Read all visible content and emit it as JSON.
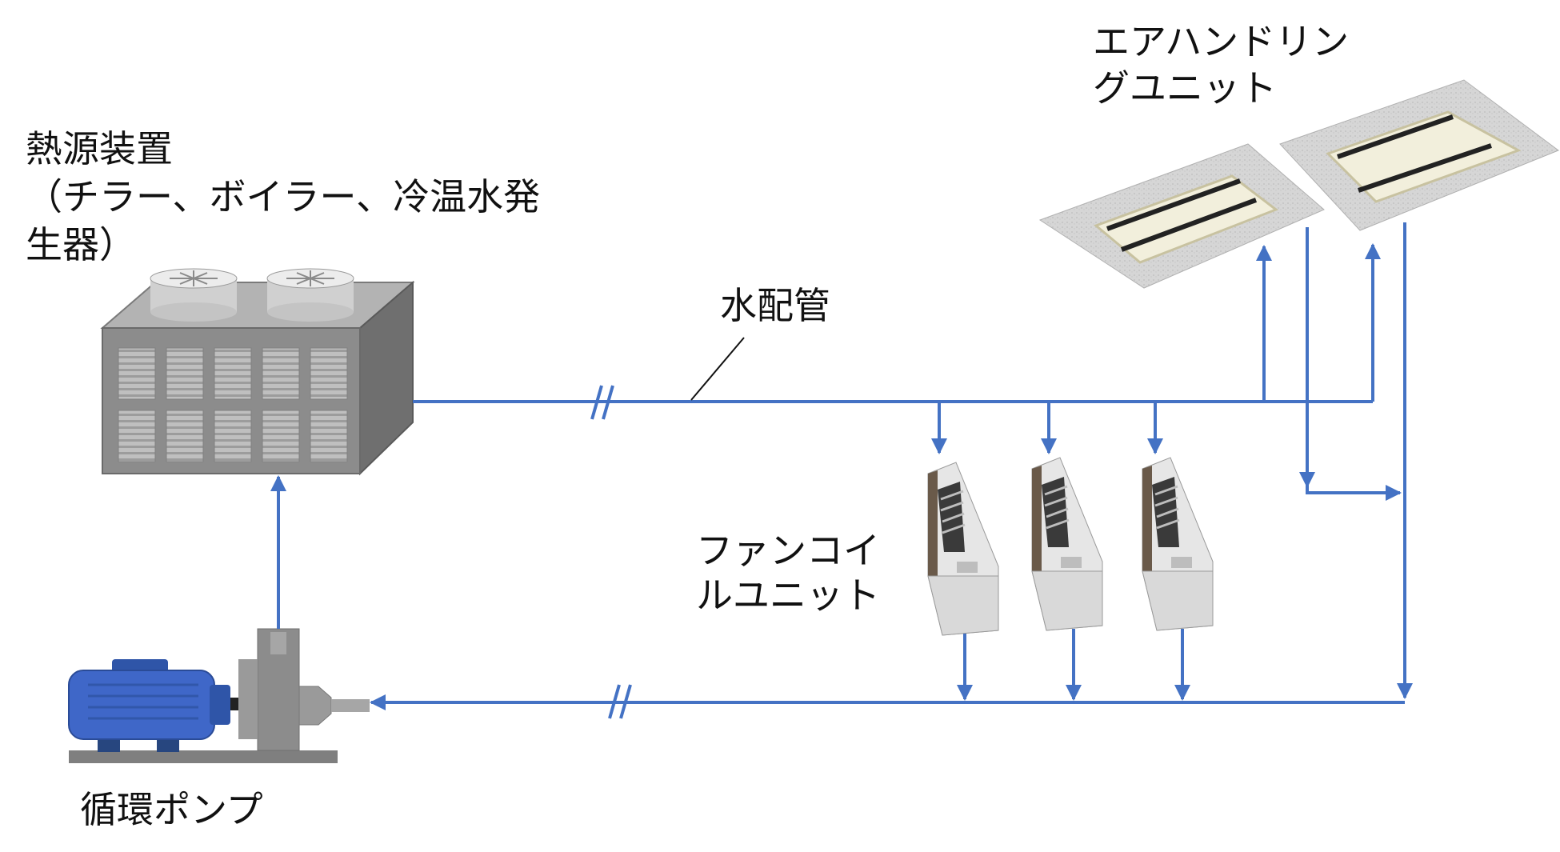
{
  "labels": {
    "heat_source_line1": "熱源装置",
    "heat_source_line2": "（チラー、ボイラー、冷温水発",
    "heat_source_line3": "生器）",
    "ahu_line1": "エアハンドリン",
    "ahu_line2": "グユニット",
    "pipe": "水配管",
    "fcu_line1": "ファンコイ",
    "fcu_line2": "ルユニット",
    "pump": "循環ポンプ"
  },
  "colors": {
    "pipe": "#4472c4",
    "unit_gray": "#8c8c8c",
    "motor_blue": "#3f67c8",
    "ceiling": "#d9d9d9"
  },
  "icons": [
    "chiller-unit",
    "circulation-pump",
    "fan-coil-unit",
    "air-handling-diffuser"
  ]
}
